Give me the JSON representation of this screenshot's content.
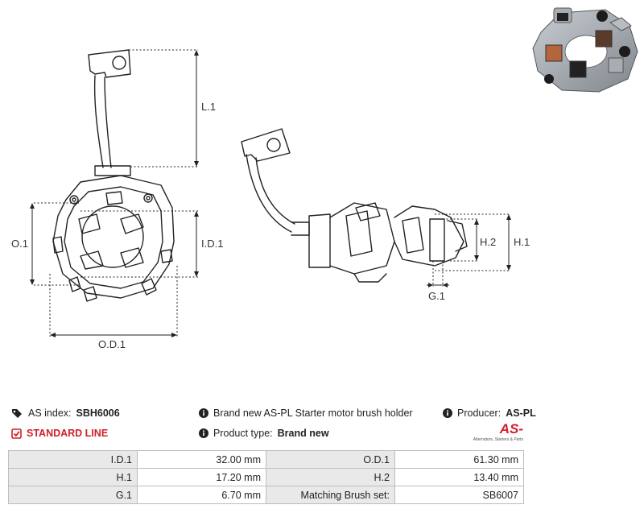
{
  "drawing_labels": {
    "l1": "L.1",
    "o1": "O.1",
    "id1": "I.D.1",
    "od1": "O.D.1",
    "h1": "H.1",
    "h2": "H.2",
    "g1": "G.1"
  },
  "info": {
    "as_index_label": "AS index:",
    "as_index_value": "SBH6006",
    "standard_line": "STANDARD LINE",
    "description": "Brand new AS-PL Starter motor brush holder",
    "product_type_label": "Product type:",
    "product_type_value": "Brand new",
    "producer_label": "Producer:",
    "producer_value": "AS-PL"
  },
  "logo": {
    "name": "AS",
    "tagline": "Alternators, Starters & Parts"
  },
  "specs": [
    {
      "label1": "I.D.1",
      "value1": "32.00 mm",
      "label2": "O.D.1",
      "value2": "61.30 mm"
    },
    {
      "label1": "H.1",
      "value1": "17.20 mm",
      "label2": "H.2",
      "value2": "13.40 mm"
    },
    {
      "label1": "G.1",
      "value1": "6.70 mm",
      "label2": "Matching Brush set:",
      "value2": "SB6007"
    }
  ],
  "colors": {
    "accent_red": "#d0202a",
    "line": "#222222",
    "table_label_bg": "#e9e9e9",
    "table_border": "#bdbdbd"
  }
}
